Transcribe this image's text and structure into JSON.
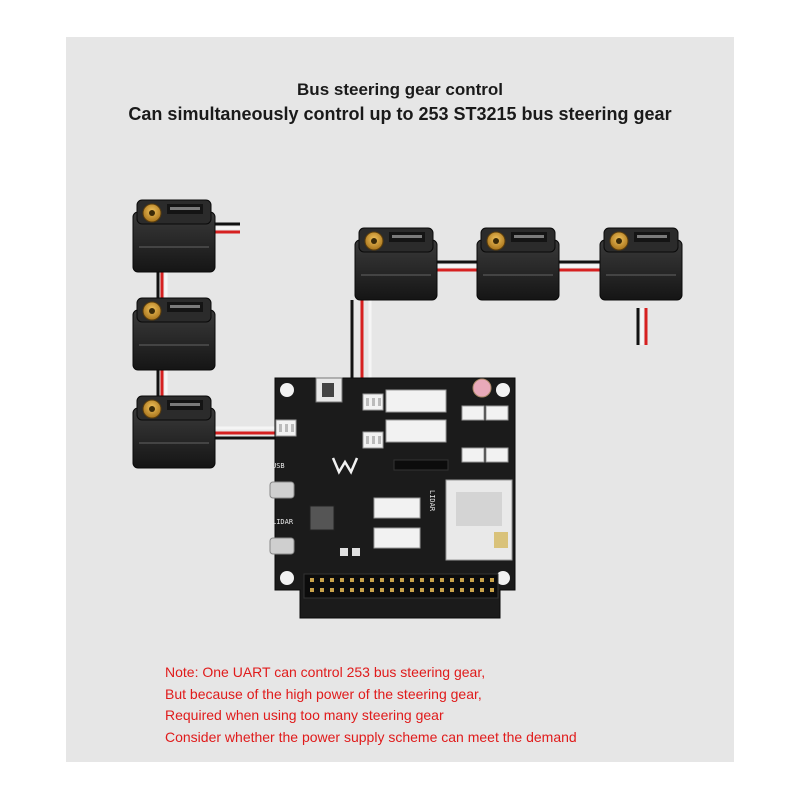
{
  "header": {
    "title": "Bus steering gear control",
    "subtitle": "Can simultaneously control up to 253 ST3215 bus steering gear"
  },
  "board": {
    "usb_label": "USB",
    "lidar_label": "LIDAR",
    "port_label": "LIDAR"
  },
  "notes": [
    "Note: One UART can control 253 bus steering gear,",
    "But because of the high power of the steering gear,",
    "Required when using too many steering gear",
    "Consider whether the power supply scheme can meet the demand"
  ],
  "colors": {
    "note_text": "#e01b1b",
    "panel_bg": "#e6e6e6",
    "board": "#1b1b1b",
    "wire_red": "#d62020",
    "wire_white": "#f5f5f5",
    "wire_black": "#111111"
  }
}
